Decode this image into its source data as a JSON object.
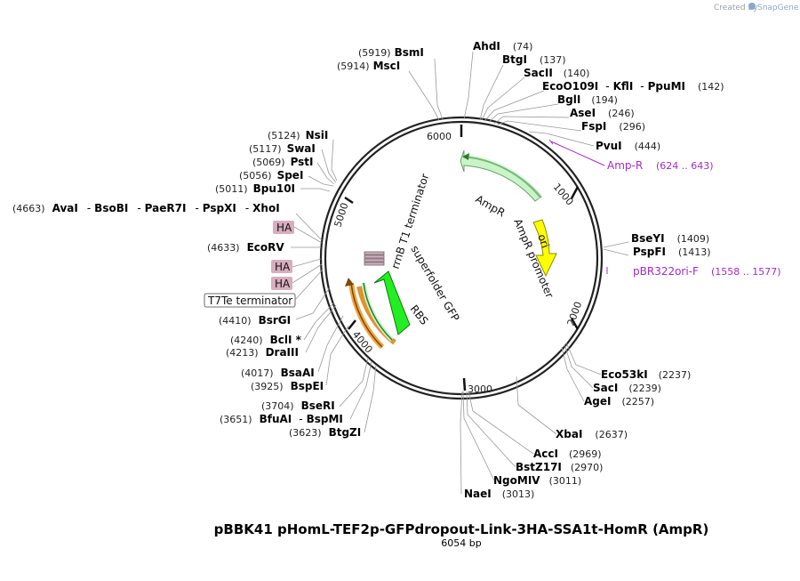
{
  "header": {
    "created_by": "Created by",
    "brand": "SnapGene"
  },
  "plasmid": {
    "name": "pBBK41 pHomL-TEF2p-GFPdropout-Link-3HA-SSA1t-HomR (AmpR)",
    "length_label": "6054 bp",
    "ticks": [
      "1000",
      "2000",
      "3000",
      "4000",
      "5000",
      "6000"
    ]
  },
  "enzymes": {
    "bsmi_pos": "(5919)",
    "bsmi": "BsmI",
    "msci_pos": "(5914)",
    "msci": "MscI",
    "ahdi": "AhdI",
    "ahdi_pos": "(74)",
    "btgi": "BtgI",
    "btgi_pos": "(137)",
    "sacii": "SacII",
    "sacii_pos": "(140)",
    "eco_group": "EcoO109I",
    "kfli": "KflI",
    "ppumi": "PpuMI",
    "eco_pos": "(142)",
    "bgli": "BglI",
    "bgli_pos": "(194)",
    "asei": "AseI",
    "asei_pos": "(246)",
    "fspi": "FspI",
    "fspi_pos": "(296)",
    "pvui": "PvuI",
    "pvui_pos": "(444)",
    "nsii_pos": "(5124)",
    "nsii": "NsiI",
    "swai_pos": "(5117)",
    "swai": "SwaI",
    "psti_pos": "(5069)",
    "psti": "PstI",
    "spei_pos": "(5056)",
    "spei": "SpeI",
    "bpu_pos": "(5011)",
    "bpu": "Bpu10I",
    "ava_pos": "(4663)",
    "avai": "AvaI",
    "bsobi": "BsoBI",
    "paer7i": "PaeR7I",
    "pspxi": "PspXI",
    "xhoi": "XhoI",
    "ecorv_pos": "(4633)",
    "ecorv": "EcoRV",
    "bsrgi_pos": "(4410)",
    "bsrgi": "BsrGI",
    "bcli_pos": "(4240)",
    "bcli": "BclI *",
    "draiii_pos": "(4213)",
    "draiii": "DraIII",
    "bsaai_pos": "(4017)",
    "bsaai": "BsaAI",
    "bspei_pos": "(3925)",
    "bspei": "BspEI",
    "bseri_pos": "(3704)",
    "bseri": "BseRI",
    "bfuai_pos": "(3651)",
    "bfuai": "BfuAI",
    "bspmi": "BspMI",
    "btgzi_pos": "(3623)",
    "btgzi": "BtgZI",
    "bseyi": "BseYI",
    "bseyi_pos": "(1409)",
    "pspfi": "PspFI",
    "pspfi_pos": "(1413)",
    "eco53ki": "Eco53kI",
    "eco53ki_pos": "(2237)",
    "saci": "SacI",
    "saci_pos": "(2239)",
    "agei": "AgeI",
    "agei_pos": "(2257)",
    "xbai": "XbaI",
    "xbai_pos": "(2637)",
    "acci": "AccI",
    "acci_pos": "(2969)",
    "bstz17i": "BstZ17I",
    "bstz17i_pos": "(2970)",
    "ngomiv": "NgoMIV",
    "ngomiv_pos": "(3011)",
    "naei": "NaeI",
    "naei_pos": "(3013)"
  },
  "primers": {
    "ampr": "Amp-R",
    "ampr_range": "(624 .. 643)",
    "pbr": "pBR322ori-F",
    "pbr_range": "(1558 .. 1577)"
  },
  "features": {
    "ha_1": "HA",
    "ha_2": "HA",
    "ha_3": "HA",
    "t7te": "T7Te terminator",
    "ampr": "AmpR",
    "ampr_promoter": "AmpR promoter",
    "ori": "ori",
    "rrnb": "rrnB T1 terminator",
    "gfp": "superfolder GFP",
    "rbs": "RBS"
  },
  "colors": {
    "amp": "#c8f5c8",
    "ori": "#ffff00",
    "gfp": "#22ee22",
    "rbs": "#f2a540",
    "ha": "#d8aebe",
    "primer": "#a32cc4"
  }
}
